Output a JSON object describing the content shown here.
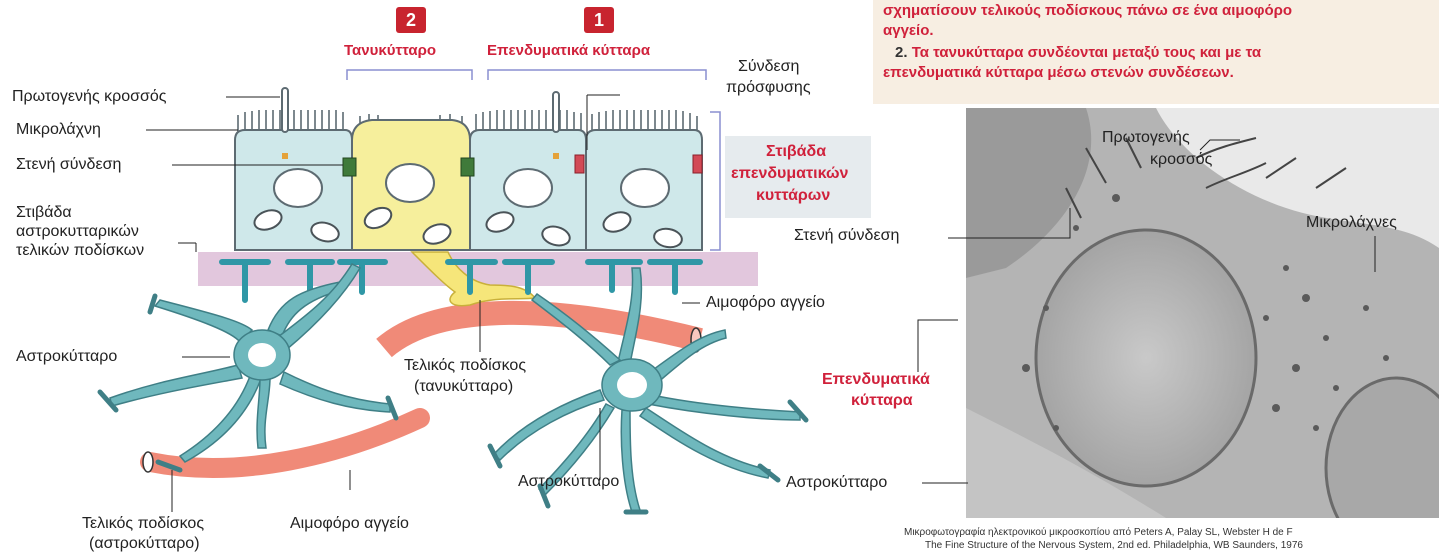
{
  "badges": {
    "badge2": "2",
    "badge1": "1"
  },
  "titles": {
    "tanycyte": "Τανυκύτταρο",
    "ependymal": "Επενδυματικά κύτταρα"
  },
  "note": {
    "line1": "σχηματίσουν τελικούς ποδίσκους πάνω σε ένα αιμοφόρο",
    "line2": "αγγείο.",
    "line3_num": "2.",
    "line3": "Τα τανυκύτταρα συνδέονται μεταξύ τους και με τα",
    "line4": "επενδυματικά κύτταρα μέσω στενών συνδέσεων."
  },
  "labels": {
    "primary_cilium": "Πρωτογενής κροσσός",
    "microvillus": "Μικρολάχνη",
    "tight_junction": "Στενή σύνδεση",
    "astro_layer_1": "Στιβάδα",
    "astro_layer_2": "αστροκυτταρικών",
    "astro_layer_3": "τελικών ποδίσκων",
    "astrocyte_left": "Αστροκύτταρο",
    "adhesion_1": "Σύνδεση",
    "adhesion_2": "πρόσφυσης",
    "ep_layer_1": "Στιβάδα",
    "ep_layer_2": "επενδυματικών",
    "ep_layer_3": "κυττάρων",
    "blood_vessel_right": "Αιμοφόρο αγγείο",
    "endfoot_tany_1": "Τελικός ποδίσκος",
    "endfoot_tany_2": "(τανυκύτταρο)",
    "astrocyte_bottom": "Αστροκύτταρο",
    "endfoot_astro_1": "Τελικός ποδίσκος",
    "endfoot_astro_2": "(αστροκύτταρο)",
    "blood_vessel_bottom": "Αιμοφόρο αγγείο"
  },
  "micrograph": {
    "primary_cilium_1": "Πρωτογενής",
    "primary_cilium_2": "κροσσός",
    "microvilli": "Μικρολάχνες",
    "tight_junction": "Στενή σύνδεση",
    "ependymal_1": "Επενδυματικά",
    "ependymal_2": "κύτταρα",
    "astrocyte": "Αστροκύτταρο",
    "caption_1": "Μικροφωτογραφία ηλεκτρονικού μικροσκοπίου από Peters A, Palay SL, Webster H de F",
    "caption_2": "The Fine Structure of the Nervous System, 2nd ed. Philadelphia, WB Saunders, 1976"
  },
  "colors": {
    "ependymal_cell": "#cfe8ea",
    "tanycyte_cell": "#f6ef9c",
    "astrocyte": "#6fb8bd",
    "vessel": "#f08a78",
    "endfoot_layer": "#e2c7dd",
    "accent_red": "#d0213b"
  }
}
